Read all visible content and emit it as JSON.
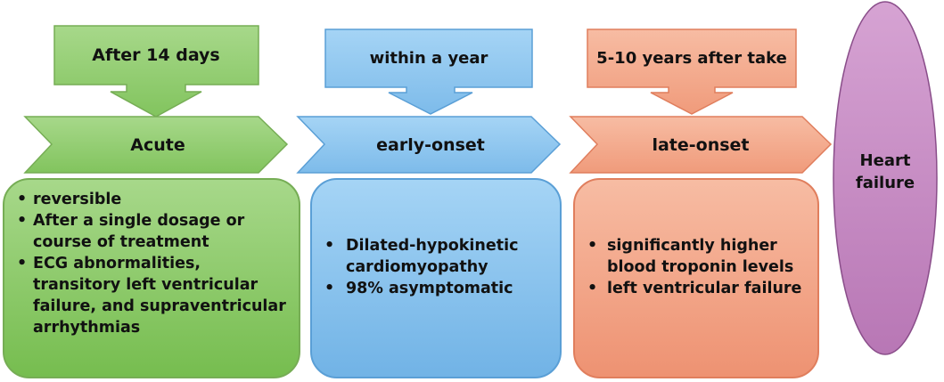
{
  "stages": [
    {
      "id": "acute",
      "timing": "After 14 days",
      "name": "Acute",
      "points": [
        "reversible",
        "After a single dosage or course of treatment",
        "ECG abnormalities, transitory left ventricular failure, and supraventricular arrhythmias"
      ]
    },
    {
      "id": "early",
      "timing": "within a year",
      "name": "early-onset",
      "points": [
        "Dilated-hypokinetic cardiomyopathy",
        "98% asymptomatic"
      ]
    },
    {
      "id": "late",
      "timing": "5-10 years after take",
      "name": "late-onset",
      "points": [
        "significantly higher blood troponin levels",
        "left ventricular failure"
      ]
    }
  ],
  "outcome": {
    "line1": "Heart",
    "line2": "failure"
  },
  "colors": {
    "acute_fill": "#92cd6e",
    "acute_stroke": "#76ad55",
    "early_fill": "#8ec8f0",
    "early_stroke": "#5a9fd6",
    "late_fill": "#f4a88a",
    "late_stroke": "#e07e5d",
    "heart_failure_fill": "#c78bc3",
    "heart_failure_stroke": "#8a4e8a",
    "text": "#111111"
  }
}
